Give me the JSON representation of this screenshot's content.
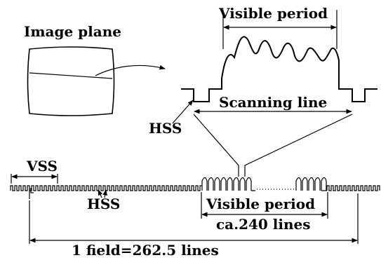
{
  "labels": {
    "image_plane": "Image plane",
    "visible_period_top": "Visible period",
    "scanning_line": "Scanning line",
    "hss_top": "HSS",
    "vss": "VSS",
    "hss_bottom": "HSS",
    "visible_period_bottom": "Visible period",
    "ca_lines": "ca.240 lines",
    "field": "1 field=262.5 lines"
  }
}
